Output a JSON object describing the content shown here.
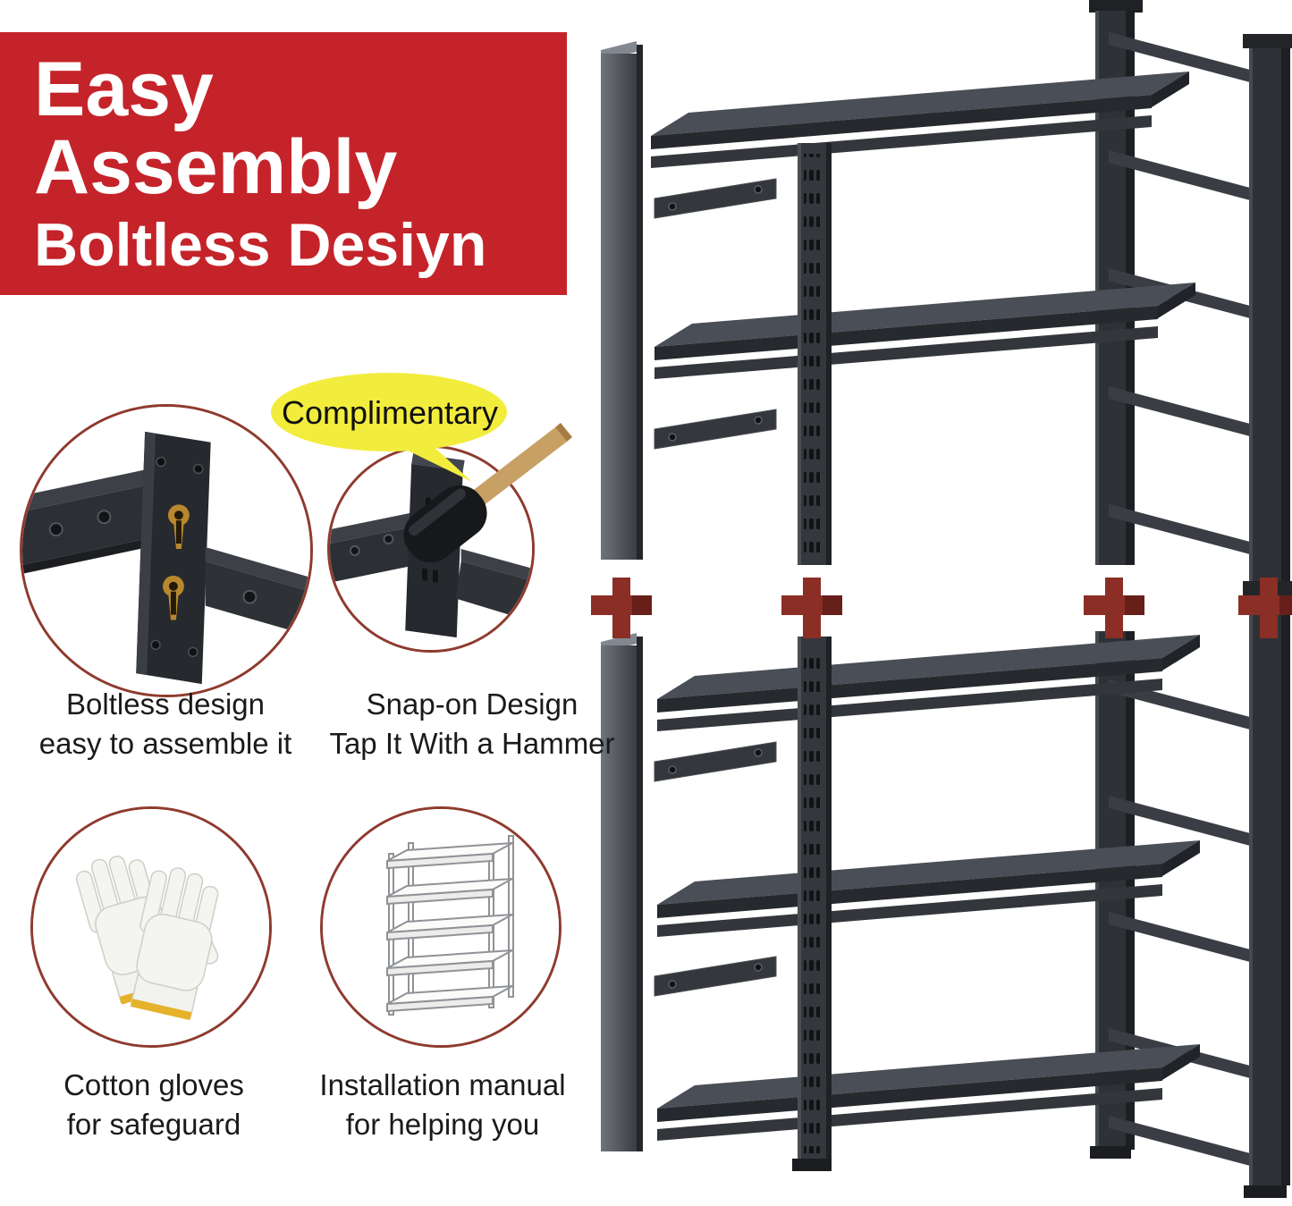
{
  "banner": {
    "line1": "Easy Assembly",
    "line2": "Boltless Desiyn"
  },
  "bubble": {
    "text": "Complimentary"
  },
  "captions": {
    "boltless": {
      "line1": "Boltless design",
      "line2": "easy to assemble it"
    },
    "snap_on": {
      "line1": "Snap-on Design",
      "line2": "Tap It With a Hammer"
    },
    "gloves": {
      "line1": "Cotton gloves",
      "line2": "for safeguard"
    },
    "manual": {
      "line1": "Installation manual",
      "line2": "for helping you"
    }
  },
  "colors": {
    "banner_bg": "#c5232a",
    "banner_text": "#ffffff",
    "circle_border": "#8f3a2e",
    "bubble_bg": "#f2ec3d",
    "rack_metal_dark": "#26292d",
    "rack_metal_mid": "#34373c",
    "rack_metal_light": "#4a4e56",
    "connector_red": "#8a2e26",
    "keyhole_gold": "#b8872e",
    "glove_trim_yellow": "#e5b22a",
    "caption_text": "#1a1a1a"
  },
  "icons": {
    "boltless_closeup": "keyhole-post-closeup-icon",
    "snap_on_closeup": "mallet-tapping-post-icon",
    "gloves": "cotton-gloves-icon",
    "manual": "shelf-outline-manual-icon",
    "connector": "red-connector-icon",
    "mallet": "rubber-mallet-icon"
  }
}
